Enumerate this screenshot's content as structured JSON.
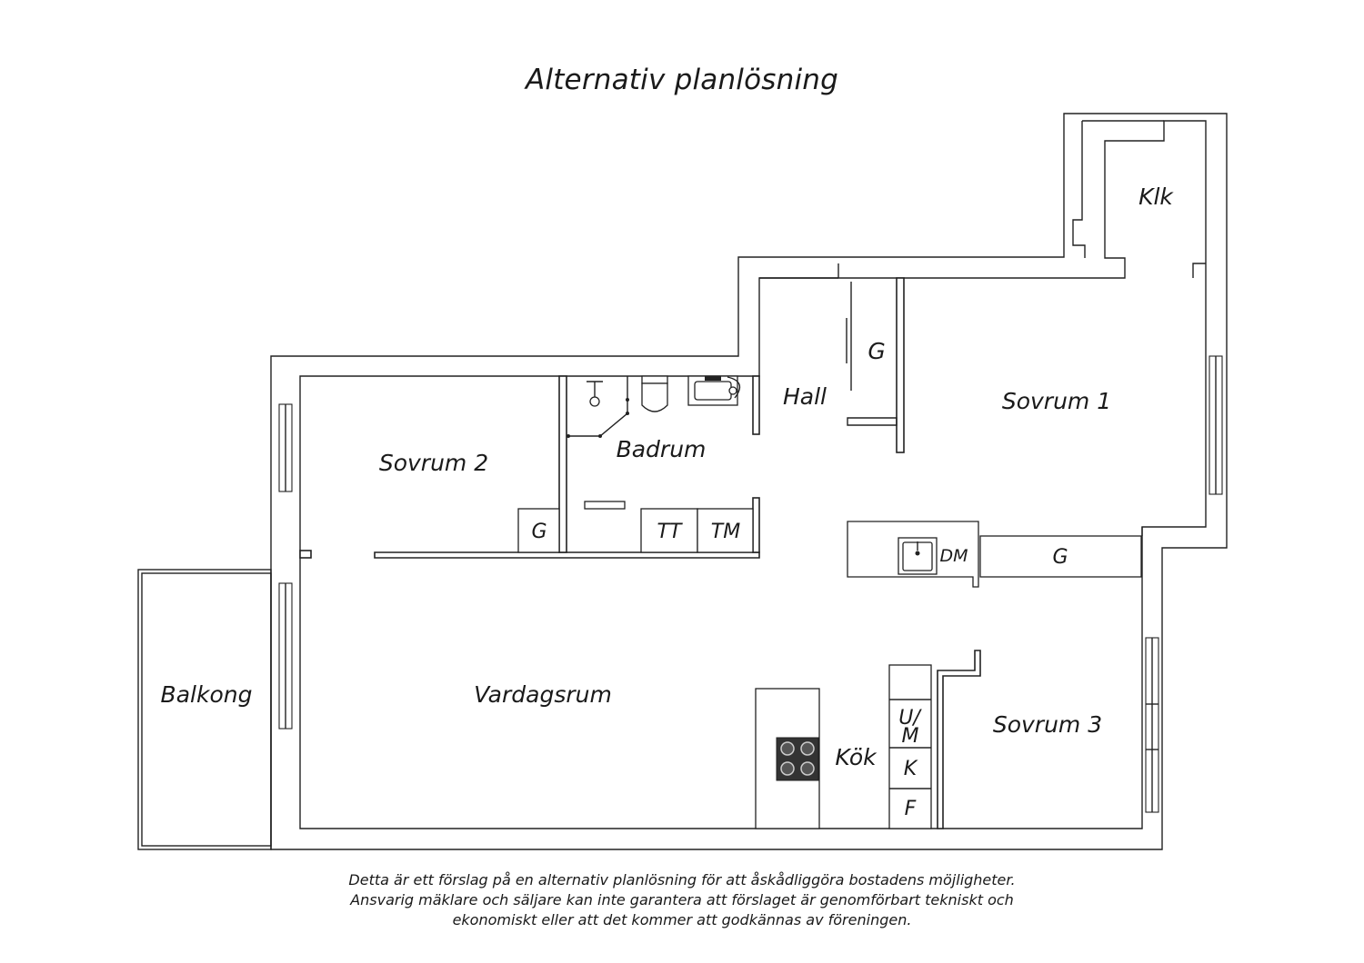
{
  "title": "Alternativ planlösning",
  "rooms": {
    "klk": "Klk",
    "hall": "Hall",
    "g_hall": "G",
    "sovrum1": "Sovrum 1",
    "badrum": "Badrum",
    "sovrum2": "Sovrum 2",
    "g_sovrum2": "G",
    "tt": "TT",
    "tm": "TM",
    "dm": "DM",
    "g_kitchen": "G",
    "balkong": "Balkong",
    "vardagsrum": "Vardagsrum",
    "kok": "Kök",
    "um_top": "U/",
    "um_bottom": "M",
    "k": "K",
    "f": "F",
    "sovrum3": "Sovrum 3"
  },
  "disclaimer": [
    "Detta är ett förslag på en alternativ planlösning för att åskådliggöra bostadens möjligheter.",
    "Ansvarig mäklare och säljare kan inte garantera att förslaget är genomförbart tekniskt och",
    "ekonomiskt eller att det kommer att godkännas av föreningen."
  ]
}
